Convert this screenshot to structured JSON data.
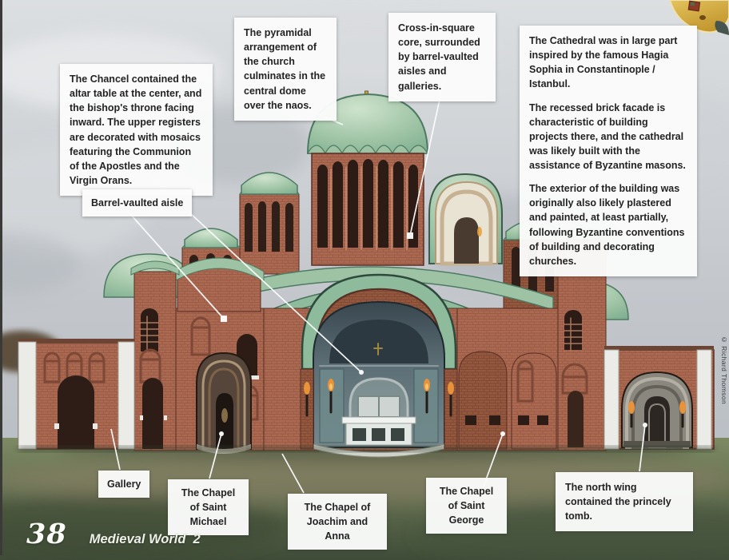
{
  "page": {
    "number": "38",
    "series": "Medieval World",
    "volume": "2",
    "credit": "© Richard Thomson"
  },
  "callouts": {
    "chancel": {
      "text": "The Chancel contained the altar table at the center, and the bishop's throne facing inward. The upper registers are decorated with mosaics featuring the Communion of the Apostles and the Virgin Orans."
    },
    "pyramidal": {
      "text": "The pyramidal arrangement of the church culminates in the central dome over the naos."
    },
    "cross_in_square": {
      "text": "Cross-in-square core, surrounded by barrel-vaulted aisles and galleries."
    },
    "hagia": {
      "paragraphs": [
        "The Cathedral was in large part inspired by the famous Hagia Sophia in Constantinople / Istanbul.",
        "The recessed brick facade is characteristic of building projects there, and the cathedral was likely built with the assistance of Byzantine masons.",
        "The exterior of the building was originally also likely plastered and painted, at least partially, following Byzantine conventions of building and decorating churches."
      ]
    },
    "barrel_vaulted_aisle": {
      "text": "Barrel-vaulted aisle"
    },
    "gallery": {
      "text": "Gallery"
    },
    "chapel_michael": {
      "text": "The Chapel of Saint Michael"
    },
    "chapel_joachim_anna": {
      "text": "The Chapel of Joachim and Anna"
    },
    "chapel_george": {
      "text": "The Chapel of Saint George"
    },
    "north_wing": {
      "text": "The north wing contained the princely tomb."
    }
  },
  "illustration": {
    "subject": "cutaway-view-of-byzantine-cathedral",
    "colors": {
      "sky": "#c3c7cc",
      "grass": "#66724f",
      "path": "#8c7f66",
      "brick": "#aa6850",
      "brick_dark": "#8f5540",
      "dome_green": "#9dc3a4",
      "pilaster_white": "#ebebe8",
      "interior_gray": "#73878b",
      "flame_orange": "#e8923a",
      "cross_gold": "#c8a040",
      "artifact_gold": "#d8b24a"
    }
  }
}
